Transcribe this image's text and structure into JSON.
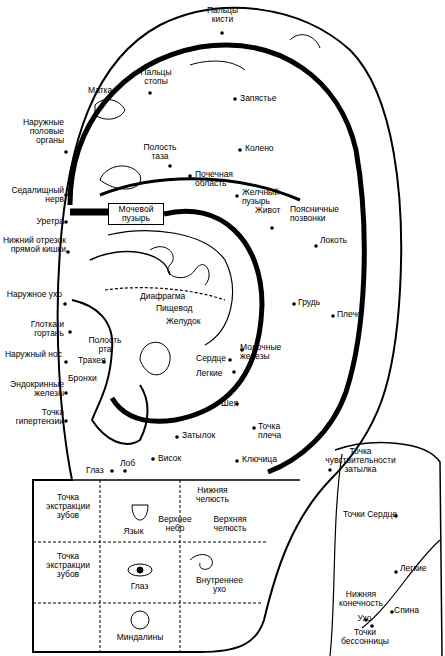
{
  "diagram": {
    "nodes": [
      {
        "text": [
          "Мочевой пузырь"
        ]
      }
    ],
    "labels": [
      "Пальцы кисти",
      "Матка",
      "Пальцы стопы",
      "Запястье",
      "Наружные половые органы",
      "Полость таза",
      "Колено",
      "Седалищный нерв",
      "Почечная область",
      "Желчный пузырь",
      "Уретра",
      "Живот",
      "Поясничные позвонки",
      "Нижний отрезок прямой кишки",
      "Локоть",
      "Наружное ухо",
      "Диафрагма",
      "Пищевод",
      "Желудок",
      "Грудь",
      "Плечо",
      "Глотка и гортань",
      "Полость рта",
      "Трахея",
      "Наружный нос",
      "Сердце",
      "Молочные железы",
      "Бронхи",
      "Легкие",
      "Эндокринные железы",
      "Шея",
      "Точка гипертензии",
      "Точка плеча",
      "Затылок",
      "Висок",
      "Ключица",
      "Глаз",
      "Лоб",
      "Точка экстракции зубов",
      "Нижняя челюсть",
      "Язык",
      "Верхнее небо",
      "Верхняя челюсть",
      "Точка экстракции зубов",
      "Глаз",
      "Внутреннее ухо",
      "Миндалины",
      "Точка чувствительности затылка",
      "Точки Сердце",
      "Легкие",
      "Нижняя конечность",
      "Ухо",
      "Спина",
      "Точки бессонницы"
    ]
  }
}
